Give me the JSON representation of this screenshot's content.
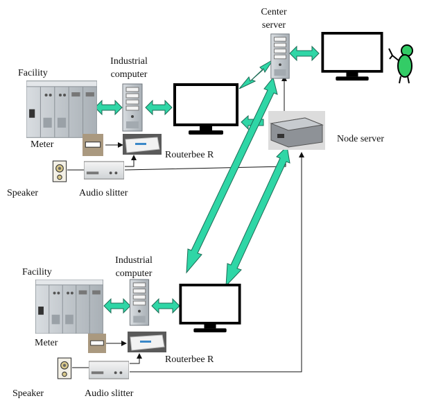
{
  "labels": {
    "center_server_1": "Center",
    "center_server_2": "server",
    "node_server": "Node server",
    "top": {
      "facility": "Facility",
      "industrial_1": "Industrial",
      "industrial_2": "computer",
      "meter": "Meter",
      "routerbee": "Routerbee R",
      "speaker": "Speaker",
      "audio_splitter": "Audio slitter"
    },
    "bottom": {
      "facility": "Facility",
      "industrial_1": "Industrial",
      "industrial_2": "computer",
      "meter": "Meter",
      "routerbee": "Routerbee R",
      "speaker": "Speaker",
      "audio_splitter": "Audio slitter"
    }
  },
  "colors": {
    "double_arrow": "#2fd6a6",
    "arrow_outline": "#1c6b55",
    "line": "#111111",
    "cabinet": "#c9ced3",
    "person": "#33cc66"
  }
}
